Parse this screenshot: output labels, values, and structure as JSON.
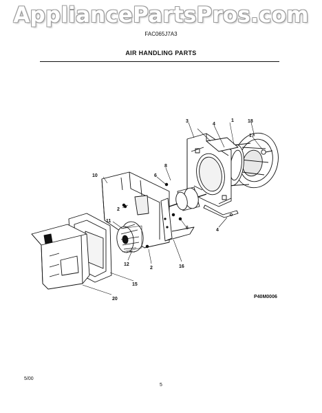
{
  "watermark": "AppliancePartsPros.com",
  "model_number": "FAC065J7A3",
  "section_title": "AIR HANDLING PARTS",
  "diagram_code": "P40M0006",
  "footer_date": "5/00",
  "page_number": "5",
  "callouts": {
    "c1": "1",
    "c2a": "2",
    "c2b": "2",
    "c3": "3",
    "c4a": "4",
    "c4b": "4",
    "c6a": "6",
    "c6b": "6",
    "c8": "8",
    "c10": "10",
    "c11": "11",
    "c12": "12",
    "c15": "15",
    "c16": "16",
    "c17": "17",
    "c18": "18",
    "c20": "20"
  }
}
